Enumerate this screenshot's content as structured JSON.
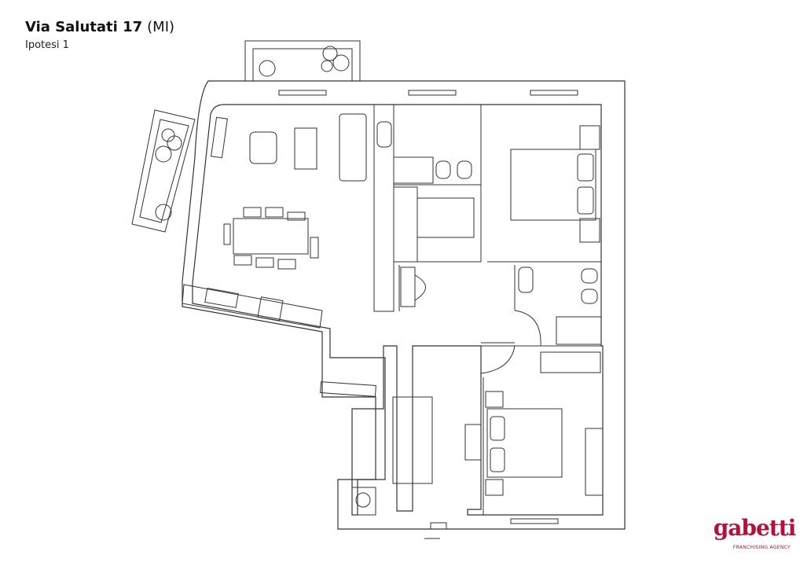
{
  "header": {
    "title_main": "Via Salutati 17",
    "title_suffix": "(MI)",
    "subtitle": "Ipotesi 1"
  },
  "logo": {
    "word": "gabetti",
    "tagline": "FRANCHISING AGENCY",
    "color": "#b0123b"
  },
  "plan": {
    "line_color": "#333333"
  }
}
